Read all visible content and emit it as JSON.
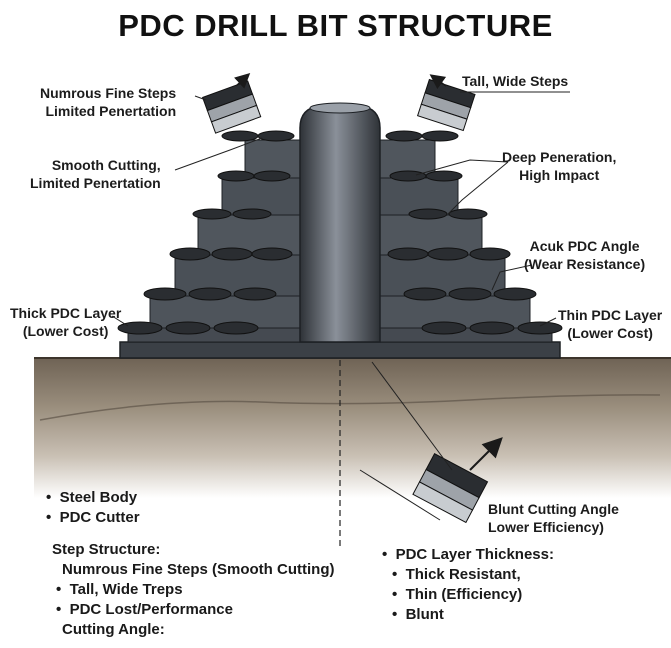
{
  "title": "PDC DRILL BIT STRUCTURE",
  "callouts": {
    "top_left": [
      "Numrous Fine Steps",
      "Limited Penertation"
    ],
    "top_right": [
      "Tall, Wide Steps"
    ],
    "mid_left": [
      "Smooth Cutting,",
      "Limited Penertation"
    ],
    "mid_right": [
      "Deep Peneration,",
      "High Impact"
    ],
    "angle_right": [
      "Acuk PDC Angle",
      "(Wear Resistance)"
    ],
    "thick_left": [
      "Thick PDC Layer",
      "(Lower Cost)"
    ],
    "thin_right": [
      "Thin PDC Layer",
      "(Lower Cost)"
    ],
    "blunt": [
      "Blunt Cutting Angle",
      "Lower Efficiency)"
    ]
  },
  "legend_left": {
    "items": [
      "Steel Body",
      "PDC Cutter"
    ],
    "heading": "Step Structure:",
    "sub_line": "Numrous Fine Steps (Smooth Cutting)",
    "items2": [
      "Tall, Wide Treps",
      "PDC Lost/Performance"
    ],
    "tail": "Cutting Angle:"
  },
  "legend_right": {
    "heading": "PDC Layer Thickness:",
    "items": [
      "Thick Resistant,",
      "Thin (Efficiency)",
      "Blunt"
    ]
  },
  "colors": {
    "steel": "#4a4f55",
    "steel_dark": "#2b2f34",
    "cutter": "#2a2d31",
    "soil": "#8a7d6c",
    "accent": "#1a1a1a"
  }
}
